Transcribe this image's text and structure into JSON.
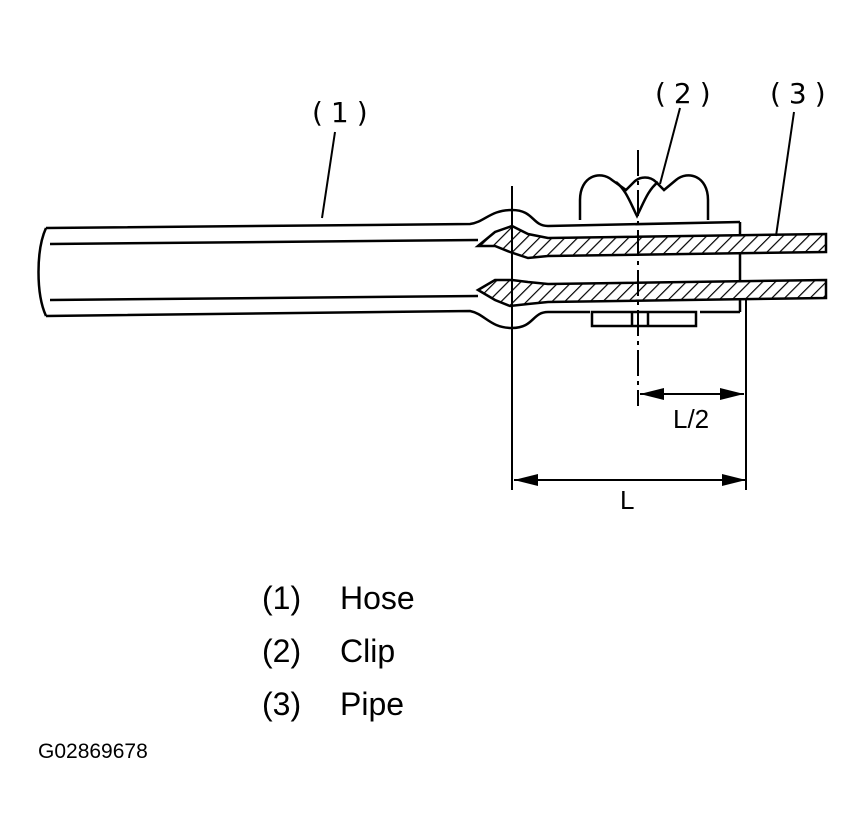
{
  "callouts": {
    "hose": "(1)",
    "clip": "(2)",
    "pipe": "(3)"
  },
  "dimensions": {
    "half_length": "L/2",
    "length": "L"
  },
  "legend": [
    {
      "number": "(1)",
      "label": "Hose"
    },
    {
      "number": "(2)",
      "label": "Clip"
    },
    {
      "number": "(3)",
      "label": "Pipe"
    }
  ],
  "figure_id": "G02869678"
}
